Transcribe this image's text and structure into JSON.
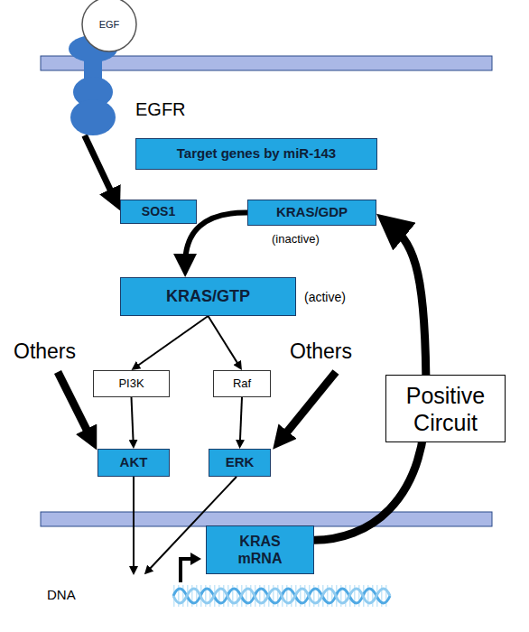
{
  "diagram": {
    "nodes": [
      {
        "text": [
          "EGF"
        ]
      },
      {
        "text": [
          "EGFR"
        ]
      },
      {
        "text": [
          "Target genes by miR-143"
        ]
      },
      {
        "text": [
          "SOS1"
        ]
      },
      {
        "text": [
          "KRAS/GDP",
          "(inactive)"
        ]
      },
      {
        "text": [
          "KRAS/GTP",
          "(active)"
        ]
      },
      {
        "text": [
          "PI3K"
        ]
      },
      {
        "text": [
          "Raf"
        ]
      },
      {
        "text": [
          "AKT"
        ]
      },
      {
        "text": [
          "ERK"
        ]
      },
      {
        "text": [
          "Positive Circuit"
        ]
      },
      {
        "text": [
          "KRAS mRNA"
        ]
      }
    ],
    "edges": [
      {
        "from": 1,
        "to": 3,
        "arrow": "to"
      },
      {
        "from": 4,
        "to": 5,
        "arrow": "to"
      },
      {
        "from": 5,
        "to": 6,
        "arrow": "to"
      },
      {
        "from": 5,
        "to": 7,
        "arrow": "to"
      },
      {
        "from": 6,
        "to": 8,
        "arrow": "to"
      },
      {
        "from": 7,
        "to": 9,
        "arrow": "to"
      },
      {
        "from": 11,
        "to": 4,
        "arrow": "to"
      }
    ],
    "labels": [
      "Others",
      "Others",
      "DNA"
    ]
  }
}
